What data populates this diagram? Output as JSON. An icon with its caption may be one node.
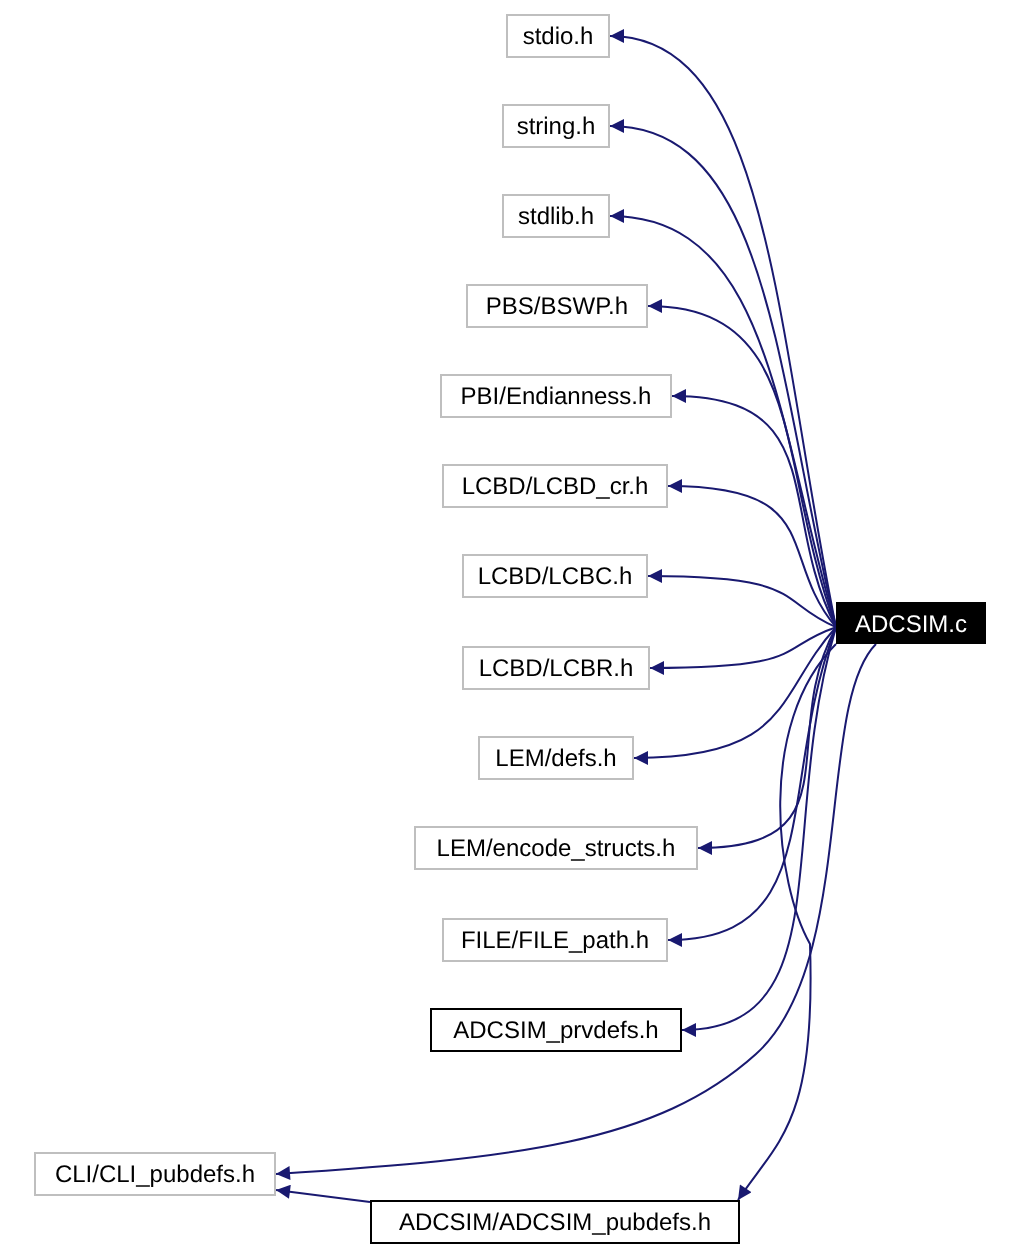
{
  "diagram": {
    "nodes": [
      {
        "text": [
          "stdio.h"
        ]
      },
      {
        "text": [
          "string.h"
        ]
      },
      {
        "text": [
          "stdlib.h"
        ]
      },
      {
        "text": [
          "PBS/BSWP.h"
        ]
      },
      {
        "text": [
          "PBI/Endianness.h"
        ]
      },
      {
        "text": [
          "LCBD/LCBD_cr.h"
        ]
      },
      {
        "text": [
          "LCBD/LCBC.h"
        ]
      },
      {
        "text": [
          "LCBD/LCBR.h"
        ]
      },
      {
        "text": [
          "LEM/defs.h"
        ]
      },
      {
        "text": [
          "LEM/encode_structs.h"
        ]
      },
      {
        "text": [
          "FILE/FILE_path.h"
        ]
      },
      {
        "text": [
          "ADCSIM_prvdefs.h"
        ]
      },
      {
        "text": [
          "CLI/CLI_pubdefs.h"
        ]
      },
      {
        "text": [
          "ADCSIM/ADCSIM_pubdefs.h"
        ]
      },
      {
        "text": [
          "ADCSIM.c"
        ]
      }
    ],
    "edges": [
      {
        "from": 14,
        "to": 0,
        "arrow": "to"
      },
      {
        "from": 14,
        "to": 1,
        "arrow": "to"
      },
      {
        "from": 14,
        "to": 2,
        "arrow": "to"
      },
      {
        "from": 14,
        "to": 3,
        "arrow": "to"
      },
      {
        "from": 14,
        "to": 4,
        "arrow": "to"
      },
      {
        "from": 14,
        "to": 5,
        "arrow": "to"
      },
      {
        "from": 14,
        "to": 6,
        "arrow": "to"
      },
      {
        "from": 14,
        "to": 7,
        "arrow": "to"
      },
      {
        "from": 14,
        "to": 8,
        "arrow": "to"
      },
      {
        "from": 14,
        "to": 9,
        "arrow": "to"
      },
      {
        "from": 14,
        "to": 10,
        "arrow": "to"
      },
      {
        "from": 14,
        "to": 11,
        "arrow": "to"
      },
      {
        "from": 14,
        "to": 12,
        "arrow": "to"
      },
      {
        "from": 14,
        "to": 13,
        "arrow": "to"
      },
      {
        "from": 13,
        "to": 12,
        "arrow": "to"
      }
    ]
  }
}
